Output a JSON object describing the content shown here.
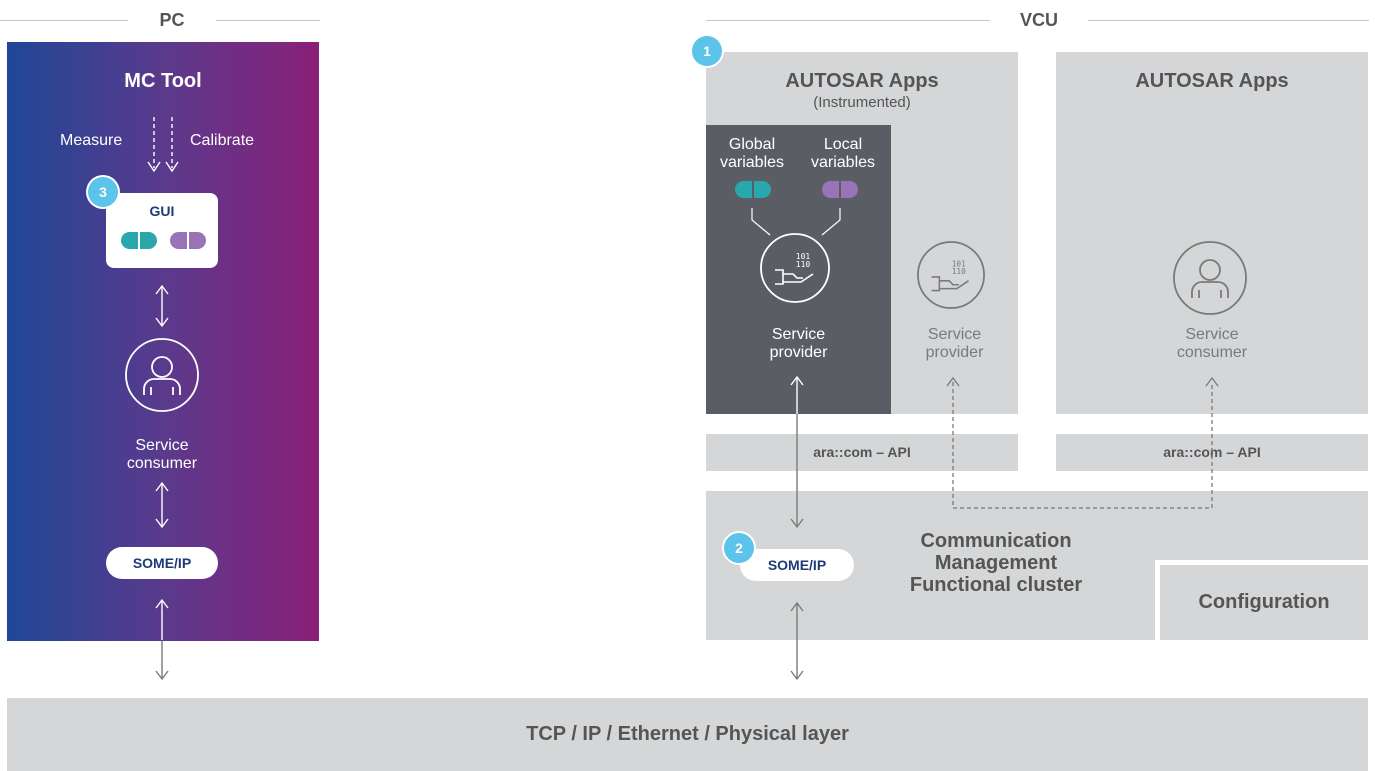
{
  "sections": {
    "pc": "PC",
    "vcu": "VCU"
  },
  "pc": {
    "title": "MC Tool",
    "measure": "Measure",
    "calibrate": "Calibrate",
    "gui": "GUI",
    "service_consumer": "Service\nconsumer",
    "someip": "SOME/IP"
  },
  "vcu": {
    "app1": {
      "title": "AUTOSAR Apps",
      "subtitle": "(Instrumented)",
      "global_vars": "Global\nvariables",
      "local_vars": "Local\nvariables",
      "provider1": "Service\nprovider",
      "provider2": "Service\nprovider",
      "api": "ara::com – API"
    },
    "app2": {
      "title": "AUTOSAR Apps",
      "consumer": "Service\nconsumer",
      "api": "ara::com – API"
    },
    "cm": {
      "title": "Communication\nManagement\nFunctional cluster",
      "someip": "SOME/IP",
      "configuration": "Configuration"
    }
  },
  "badges": {
    "b1": "1",
    "b2": "2",
    "b3": "3"
  },
  "bottom": "TCP / IP / Ethernet / Physical layer",
  "colors": {
    "pc_gradient_start": "#1f4796",
    "pc_gradient_end": "#8a1f78",
    "gray_box": "#d4d6d8",
    "dark_box": "#5a5e64",
    "badge": "#5cc3ea",
    "teal": "#2aa7ad",
    "purple": "#9a72b6",
    "navy_text": "#1e3a78"
  },
  "icons": [
    "service-provider-icon",
    "service-consumer-icon",
    "arrow-icon"
  ]
}
